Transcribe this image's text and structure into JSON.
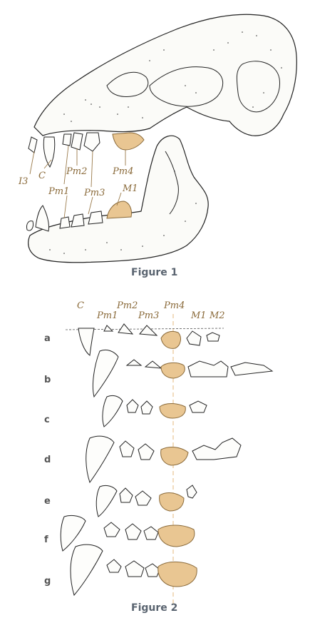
{
  "figure1": {
    "caption": "Figure 1",
    "labels": {
      "I3": "I3",
      "C": "C",
      "Pm1": "Pm1",
      "Pm2": "Pm2",
      "Pm3": "Pm3",
      "Pm4": "Pm4",
      "M1": "M1"
    }
  },
  "figure2": {
    "caption": "Figure 2",
    "column_labels": {
      "C": "C",
      "Pm1": "Pm1",
      "Pm2": "Pm2",
      "Pm3": "Pm3",
      "Pm4": "Pm4",
      "M1": "M1",
      "M2": "M2"
    },
    "rows": [
      "a",
      "b",
      "c",
      "d",
      "e",
      "f",
      "g"
    ]
  },
  "colors": {
    "highlight": "#e9c692",
    "label": "#8a6a3a",
    "caption": "#5a6470",
    "ink": "#222222"
  }
}
